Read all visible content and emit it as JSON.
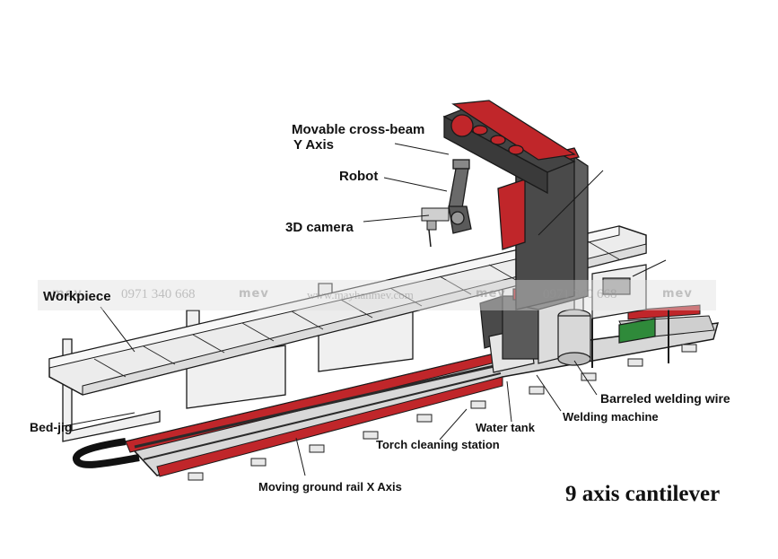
{
  "caption": "9 axis cantilever",
  "labels": {
    "cross_beam_line1": "Movable cross-beam",
    "cross_beam_line2": "Y Axis",
    "robot": "Robot",
    "camera": "3D camera",
    "workpiece": "Workpiece",
    "bed_jig": "Bed-jig",
    "ground_rail": "Moving ground rail X Axis",
    "torch_cleaning": "Torch cleaning station",
    "water_tank": "Water tank",
    "welding_machine": "Welding machine",
    "welding_wire": "Barreled welding wire"
  },
  "watermark": {
    "phone": "0971 340 668",
    "logo": "mev",
    "url": "www.mayhanmev.com"
  },
  "colors": {
    "accent_red": "#c0262a",
    "machine_dark": "#3a3a3a",
    "outline": "#1a1a1a",
    "panel_green": "#2f8a3a"
  }
}
